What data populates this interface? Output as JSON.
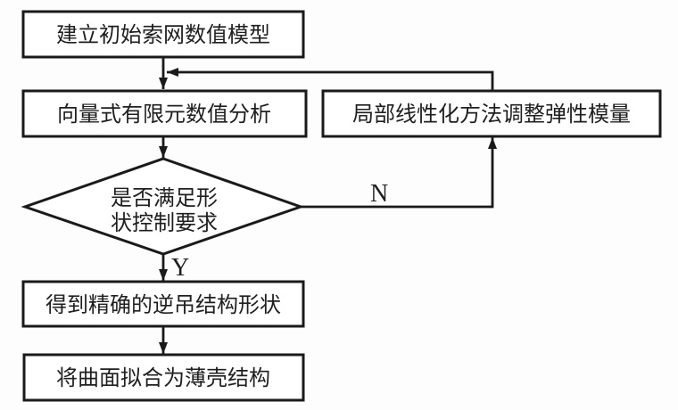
{
  "diagram": {
    "type": "flowchart",
    "background_color": "#ffffff",
    "line_color": "#1a1a1a",
    "nodes": {
      "build_model": {
        "shape": "rect",
        "label": "建立初始索网数值模型"
      },
      "vfife_analysis": {
        "shape": "rect",
        "label": "向量式有限元数值分析"
      },
      "adjust_modulus": {
        "shape": "rect",
        "label": "局部线性化方法调整弹性模量"
      },
      "shape_check": {
        "shape": "diamond",
        "label_line1": "是否满足形",
        "label_line2": "状控制要求"
      },
      "accurate_shape": {
        "shape": "rect",
        "label": "得到精确的逆吊结构形状"
      },
      "fit_shell": {
        "shape": "rect",
        "label": "将曲面拟合为薄壳结构"
      }
    },
    "edge_labels": {
      "no": "N",
      "yes": "Y"
    }
  }
}
